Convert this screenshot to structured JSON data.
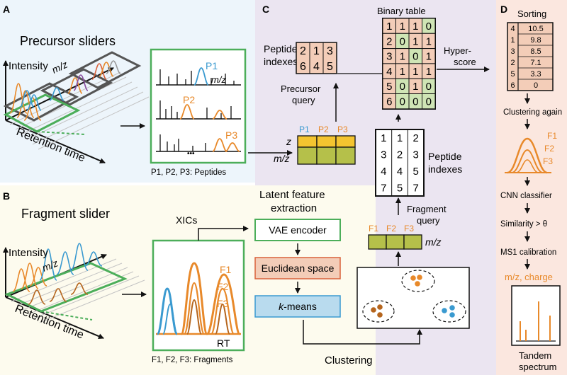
{
  "panel_A": {
    "label": "A",
    "title": "Precursor sliders",
    "axis_intensity": "Intensity",
    "axis_mz": "m/z",
    "axis_rt": "Retention time",
    "peptides": [
      "P1",
      "P2",
      "P3"
    ],
    "spectrum_mz": "m/z",
    "ellipsis": "•••",
    "caption": "P1, P2, P3: Peptides"
  },
  "panel_B": {
    "label": "B",
    "title": "Fragment slider",
    "axis_intensity": "Intensity",
    "axis_mz": "m/z",
    "axis_rt": "Retention time",
    "xics_label": "XICs",
    "fragments": [
      "F1",
      "F2",
      "F3"
    ],
    "rt_label": "RT",
    "caption": "F1, F2, F3: Fragments",
    "latent_title": [
      "Latent feature",
      "extraction"
    ],
    "vae_box": "VAE encoder",
    "euclid_box": "Euclidean space",
    "kmeans_box_italic": "k",
    "kmeans_box_rest": "-means",
    "clustering_label": "Clustering"
  },
  "panel_C": {
    "label": "C",
    "binary_table_title": "Binary table",
    "binary_index": [
      "1",
      "2",
      "3",
      "4",
      "5",
      "6"
    ],
    "binary_rows": [
      [
        "1",
        "1",
        "0"
      ],
      [
        "0",
        "1",
        "1"
      ],
      [
        "1",
        "0",
        "1"
      ],
      [
        "1",
        "1",
        "1"
      ],
      [
        "0",
        "1",
        "0"
      ],
      [
        "0",
        "0",
        "0"
      ]
    ],
    "peptide_indexes_label": [
      "Peptide",
      "indexes"
    ],
    "peptide_indexes_grid": [
      [
        "2",
        "1",
        "3"
      ],
      [
        "6",
        "4",
        "5"
      ]
    ],
    "precursor_query": [
      "Precursor",
      "query"
    ],
    "hyperscore": [
      "Hyper-",
      "score"
    ],
    "precursor_cols": [
      "P1",
      "P2",
      "P3"
    ],
    "z_label": "z",
    "mz_label": "m/z",
    "fragment_index_grid": [
      [
        "1",
        "1",
        "2"
      ],
      [
        "3",
        "2",
        "3"
      ],
      [
        "4",
        "4",
        "5"
      ],
      [
        "7",
        "5",
        "7"
      ]
    ],
    "fragment_indexes_label": [
      "Peptide",
      "indexes"
    ],
    "fragment_query": [
      "Fragment",
      "query"
    ],
    "fragment_cols": [
      "F1",
      "F2",
      "F3"
    ],
    "fragment_mz": "m/z"
  },
  "panel_D": {
    "label": "D",
    "sorting_title": "Sorting",
    "sorting_rows": [
      [
        "4",
        "10.5"
      ],
      [
        "1",
        "9.8"
      ],
      [
        "3",
        "8.5"
      ],
      [
        "2",
        "7.1"
      ],
      [
        "5",
        "3.3"
      ],
      [
        "6",
        "0"
      ]
    ],
    "clustering_again": "Clustering again",
    "fragments": [
      "F1",
      "F2",
      "F3"
    ],
    "cnn": "CNN classifier",
    "similarity": "Similarity > θ",
    "ms1": "MS1 calibration",
    "mz_charge": "m/z, charge",
    "tandem": [
      "Tandem",
      "spectrum"
    ]
  },
  "colors": {
    "blue_peak": "#3a9ad0",
    "orange": "#e8892a",
    "dark_orange": "#b5651d",
    "green_box": "#4cae5a",
    "salmon": "#f3cdb8",
    "light_green": "#cfe5b5",
    "olive": "#b5c04a",
    "yellow": "#f4c430",
    "panelA_bg": "#edf5fb",
    "panelB_bg": "#fdfbee",
    "panelC_bg": "#ebe5f1",
    "panelD_bg": "#fbe7df"
  }
}
